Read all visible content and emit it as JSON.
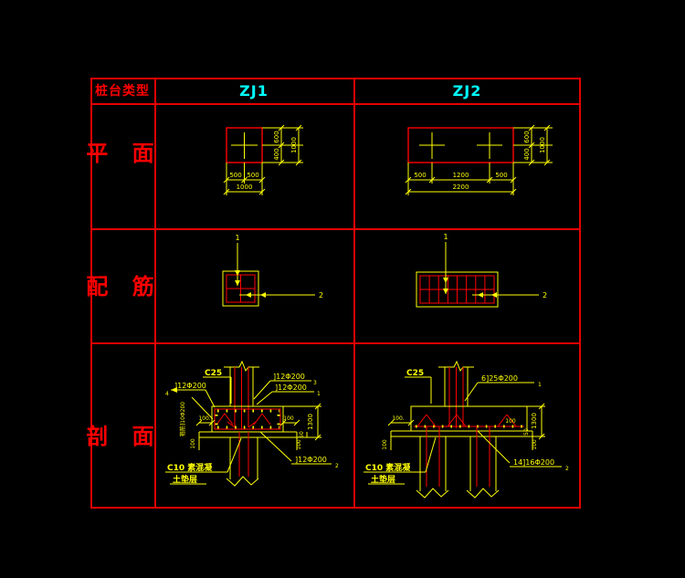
{
  "colors": {
    "background": "#000000",
    "grid": "#e60000",
    "line_red": "#ff0000",
    "line_yellow": "#ffff00",
    "header_accent": "#00ffff"
  },
  "table": {
    "header": {
      "type_label": "桩台类型",
      "zj1": "ZJ1",
      "zj2": "ZJ2"
    },
    "row_labels": {
      "plan": "平 面",
      "rebar": "配 筋",
      "section": "剖 面"
    }
  },
  "zj1": {
    "plan": {
      "b": [
        "500",
        "500"
      ],
      "bt": "1000",
      "r": [
        "600",
        "400"
      ],
      "rt": "1000"
    },
    "rebar": {
      "m1": "1",
      "m2": "2"
    },
    "section": {
      "concrete": "C25",
      "right_label_1": "]12Φ200",
      "right_mark_1": "3",
      "right_label_2": "]12Φ200",
      "right_mark_2": "1",
      "left_label": "]12Φ200",
      "left_mark": "4",
      "stirrup_label": "箍筋]10Φ200",
      "bottom_label": "]12Φ200",
      "bottom_mark": "2",
      "cushion_line1": "C10 素混凝",
      "cushion_line2": "土垫层",
      "dim_left": "100.",
      "dim_right": "100",
      "dim_50": "50",
      "dim_h": "1300",
      "dim_bl": "100",
      "dim_br": "100"
    }
  },
  "zj2": {
    "plan": {
      "b": [
        "500",
        "1200",
        "500"
      ],
      "bt": "2200",
      "r": [
        "600",
        "400"
      ],
      "rt": "1000"
    },
    "rebar": {
      "m1": "1",
      "m2": "2"
    },
    "section": {
      "concrete": "C25",
      "right_label": "6]25Φ200",
      "right_mark": "1",
      "bottom_label": "14]16Φ200",
      "bottom_mark": "2",
      "cushion_line1": "C10 素混凝",
      "cushion_line2": "土垫层",
      "dim_left": "100.",
      "dim_right": "100",
      "dim_50": "50",
      "dim_h": "1300",
      "dim_bl": "100",
      "dim_br": "100"
    }
  }
}
